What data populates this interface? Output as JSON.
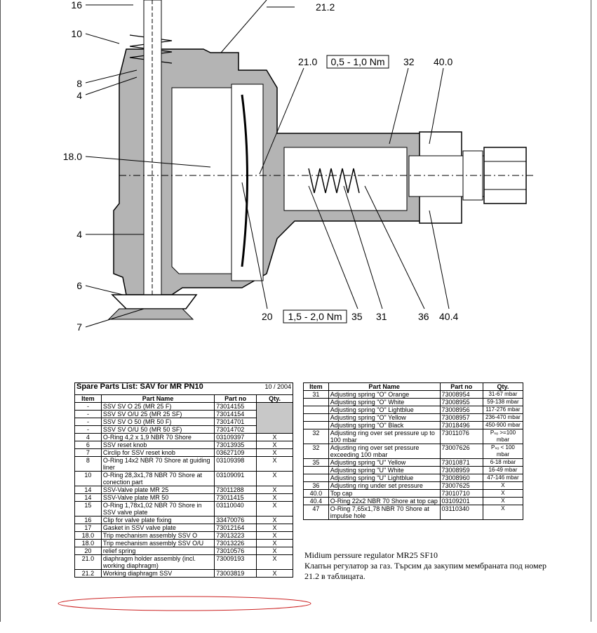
{
  "drawing": {
    "labels": {
      "l16": "16",
      "l10": "10",
      "l8": "8",
      "l4a": "4",
      "l18": "18.0",
      "l4b": "4",
      "l6": "6",
      "l7": "7",
      "l21_2": "21.2",
      "l21_0": "21.0",
      "l32": "32",
      "l40": "40.0",
      "l20": "20",
      "l35": "35",
      "l31": "31",
      "l36": "36",
      "l40_4": "40.4"
    },
    "torque_top": "0,5 - 1,0 Nm",
    "torque_bottom": "1,5 - 2,0 Nm"
  },
  "table1": {
    "title": "Spare Parts List: SAV for MR PN10",
    "date": "10 / 2004",
    "headers": {
      "item": "Item",
      "name": "Part Name",
      "partno": "Part no",
      "qty": "Qty."
    },
    "rows": [
      {
        "item": "-",
        "name": "SSV SV O 25  (MR 25 F)",
        "partno": "73014155",
        "qty": ""
      },
      {
        "item": "-",
        "name": "SSV SV O/U 25 (MR 25 SF)",
        "partno": "73014154",
        "qty": ""
      },
      {
        "item": "-",
        "name": "SSV SV O 50 (MR 50 F)",
        "partno": "73014701",
        "qty": ""
      },
      {
        "item": "-",
        "name": "SSV SV O/U 50 (MR 50 SF)",
        "partno": "73014702",
        "qty": ""
      },
      {
        "item": "4",
        "name": "O-Ring 4,2 x 1,9 NBR 70 Shore",
        "partno": "03109397",
        "qty": "X"
      },
      {
        "item": "6",
        "name": "SSV reset knob",
        "partno": "73013935",
        "qty": "X"
      },
      {
        "item": "7",
        "name": "Circlip for SSV reset knob",
        "partno": "03627109",
        "qty": "X"
      },
      {
        "item": "8",
        "name": "O-Ring 14x2 NBR 70 Shore at guiding liner",
        "partno": "03109398",
        "qty": "X"
      },
      {
        "item": "10",
        "name": "O-Ring 28,3x1,78 NBR 70 Shore at conection part",
        "partno": "03109091",
        "qty": "X"
      },
      {
        "item": "14",
        "name": "SSV-Valve plate MR 25",
        "partno": "73011288",
        "qty": "X"
      },
      {
        "item": "14",
        "name": "SSV-Valve plate MR 50",
        "partno": "73011415",
        "qty": "X"
      },
      {
        "item": "15",
        "name": "O-Ring 1,78x1,02 NBR 70 Shore in SSV valve plate",
        "partno": "03110040",
        "qty": "X"
      },
      {
        "item": "16",
        "name": "Clip for valve plate fixing",
        "partno": "33470076",
        "qty": "X"
      },
      {
        "item": "17",
        "name": "Gasket in SSV valve plate",
        "partno": "73012164",
        "qty": "X"
      },
      {
        "item": "18.0",
        "name": "Trip mechanism assembly SSV O",
        "partno": "73013223",
        "qty": "X"
      },
      {
        "item": "18.0",
        "name": "Trip mechanism assembly SSV O/U",
        "partno": "73013226",
        "qty": "X"
      },
      {
        "item": "20",
        "name": "relief spring",
        "partno": "73010576",
        "qty": "X"
      },
      {
        "item": "21.0",
        "name": "diaphragm holder assembly (incl. working diaphragm)",
        "partno": "73009193",
        "qty": "X"
      },
      {
        "item": "21.2",
        "name": "Working diaphragm SSV",
        "partno": "73003819",
        "qty": "X"
      }
    ]
  },
  "table2": {
    "headers": {
      "item": "Item",
      "name": "Part Name",
      "partno": "Part no",
      "qty": "Qty."
    },
    "rows": [
      {
        "item": "31",
        "name": "Adjusting spring \"O\" Orange",
        "partno": "73008954",
        "qty": "31-67 mbar"
      },
      {
        "item": "",
        "name": "Adjusting spring \"O\" White",
        "partno": "73008955",
        "qty": "59-138 mbar"
      },
      {
        "item": "",
        "name": "Adjusting spring \"O\" Lightblue",
        "partno": "73008956",
        "qty": "117-276 mbar"
      },
      {
        "item": "",
        "name": "Adjusting spring \"O\" Yellow",
        "partno": "73008957",
        "qty": "236-470 mbar"
      },
      {
        "item": "",
        "name": "Adjusting spring \"O\" Black",
        "partno": "73018496",
        "qty": "450-900 mbar"
      },
      {
        "item": "32",
        "name": "Adjusting ring over set pressure up to 100 mbar",
        "partno": "73011076",
        "qty": "Pₛₒ >=100 mbar"
      },
      {
        "item": "32",
        "name": "Adjusting ring over set pressure exceeding 100 mbar",
        "partno": "73007626",
        "qty": "Pₛₒ < 100 mbar"
      },
      {
        "item": "35",
        "name": "Adjusting spring \"U\" Yellow",
        "partno": "73010871",
        "qty": "6-18 mbar"
      },
      {
        "item": "",
        "name": "Adjusting spring \"U\" White",
        "partno": "73008959",
        "qty": "16-49 mbar"
      },
      {
        "item": "",
        "name": "Adjusting spring \"U\" Lightblue",
        "partno": "73008960",
        "qty": "47-146 mbar"
      },
      {
        "item": "36",
        "name": "Adjusting ring under set pressure",
        "partno": "73007625",
        "qty": "X"
      },
      {
        "item": "40.0",
        "name": "Top cap",
        "partno": "73010710",
        "qty": "X"
      },
      {
        "item": "40.4",
        "name": "O-Ring 22x2 NBR 70 Shore at top cap",
        "partno": "03109201",
        "qty": "X"
      },
      {
        "item": "47",
        "name": "O-Ring 7,65x1,78 NBR 70 Shore at impulse hole",
        "partno": "03110340",
        "qty": "X"
      }
    ]
  },
  "note": {
    "line1": "Midium perssure regulator MR25 SF10",
    "line2": "Клапън регулатор за газ. Търсим да закупим мембраната под номер",
    "line3": "21.2 в таблицата."
  },
  "colors": {
    "housing": "#b4b4b4",
    "highlight": "#cc2222"
  }
}
